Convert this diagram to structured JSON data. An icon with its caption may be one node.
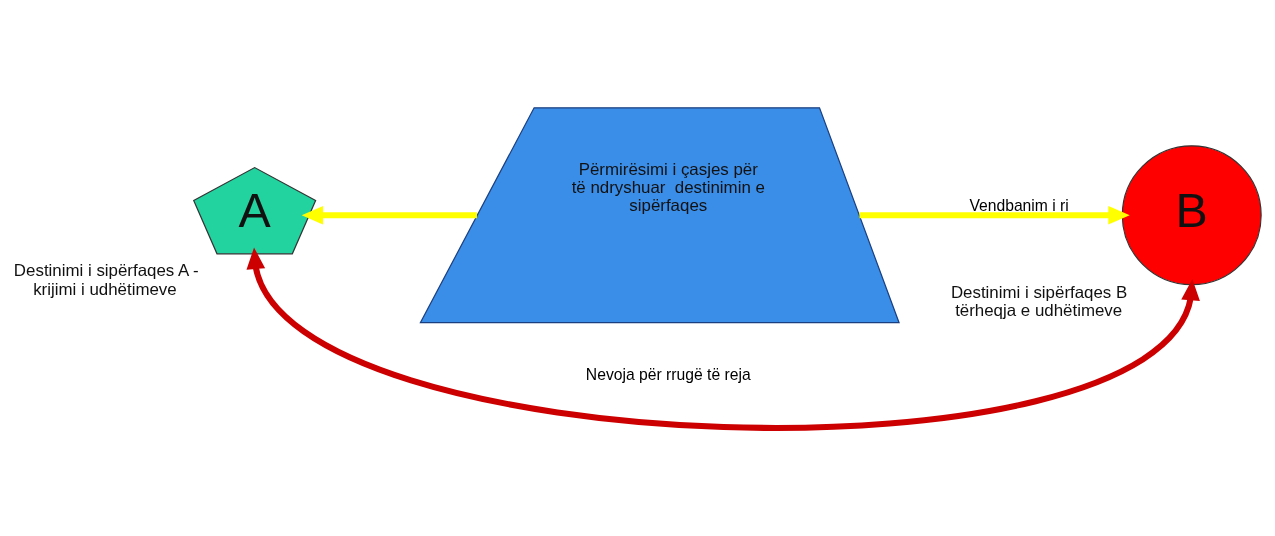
{
  "diagram": {
    "nodes": [
      {
        "text": [
          "Përmirësimi i çasjes për të ndryshuar  destinimin e sipërfaqes"
        ]
      },
      {
        "text": [
          "A"
        ],
        "beside": [
          "Destinimi i sipërfaqes A - krijimi i udhëtimeve"
        ]
      },
      {
        "text": [
          "B"
        ],
        "beside": [
          "Destinimi i sipërfaqes B tërheqja e udhëtimeve"
        ]
      }
    ],
    "edges": [
      {
        "from": 0,
        "to": 1,
        "arrow": "to",
        "color": "#ffff00"
      },
      {
        "from": 0,
        "to": 2,
        "arrow": "to",
        "label": "Vendbanim i ri",
        "color": "#ffff00"
      },
      {
        "from": 1,
        "to": 2,
        "arrow": "both",
        "label": "Nevoja për rrugë të reja",
        "color": "#cc0000"
      }
    ]
  }
}
